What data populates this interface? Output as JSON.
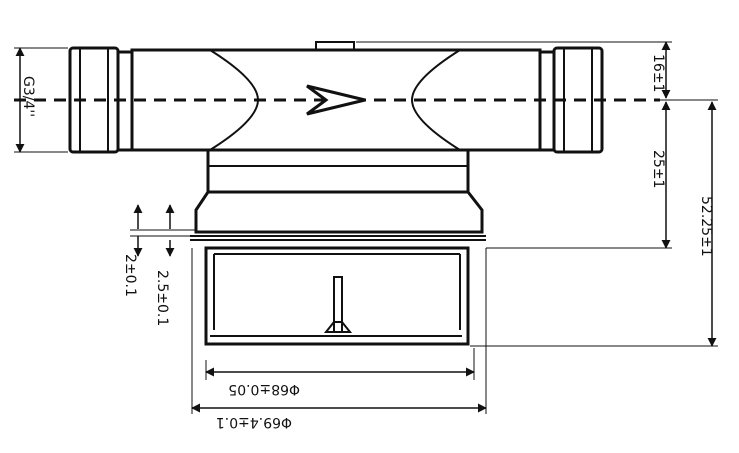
{
  "drawing": {
    "type": "technical-drawing",
    "colors": {
      "ink": "#111111",
      "background": "#ffffff"
    },
    "dimensions": {
      "left_height": "G3/4''",
      "top_right": "16±1",
      "right_middle": "25±1",
      "right_total": "52.25±1",
      "left_small_1": "2±0.1",
      "left_small_2": "2.5±0.1",
      "bottom_inner": "Φ68±0.05",
      "bottom_outer": "Φ69.4±0.1"
    }
  }
}
